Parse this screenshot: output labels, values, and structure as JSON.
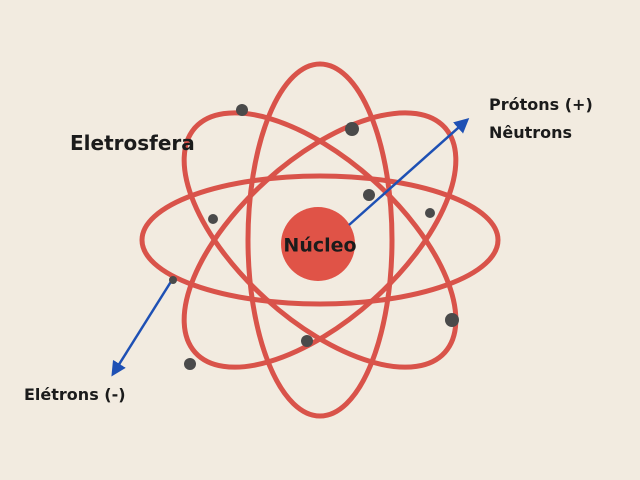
{
  "labels": {
    "electrosphere": "Eletrosfera",
    "nucleus": "Núcleo",
    "protons": "Prótons (+)",
    "neutrons": "Nêutrons",
    "electrons": "Elétrons (-)"
  },
  "colors": {
    "background": "#f2ebe0",
    "orbit": "#d9534a",
    "nucleus": "#e05347",
    "electron": "#4a4a4a",
    "arrow": "#1e50b4",
    "text": "#1b1b1b"
  },
  "icons": {
    "orbit": "orbit-ellipse-icon",
    "electron": "electron-dot-icon",
    "nucleus": "nucleus-circle-icon",
    "arrow": "pointer-arrow-icon"
  }
}
